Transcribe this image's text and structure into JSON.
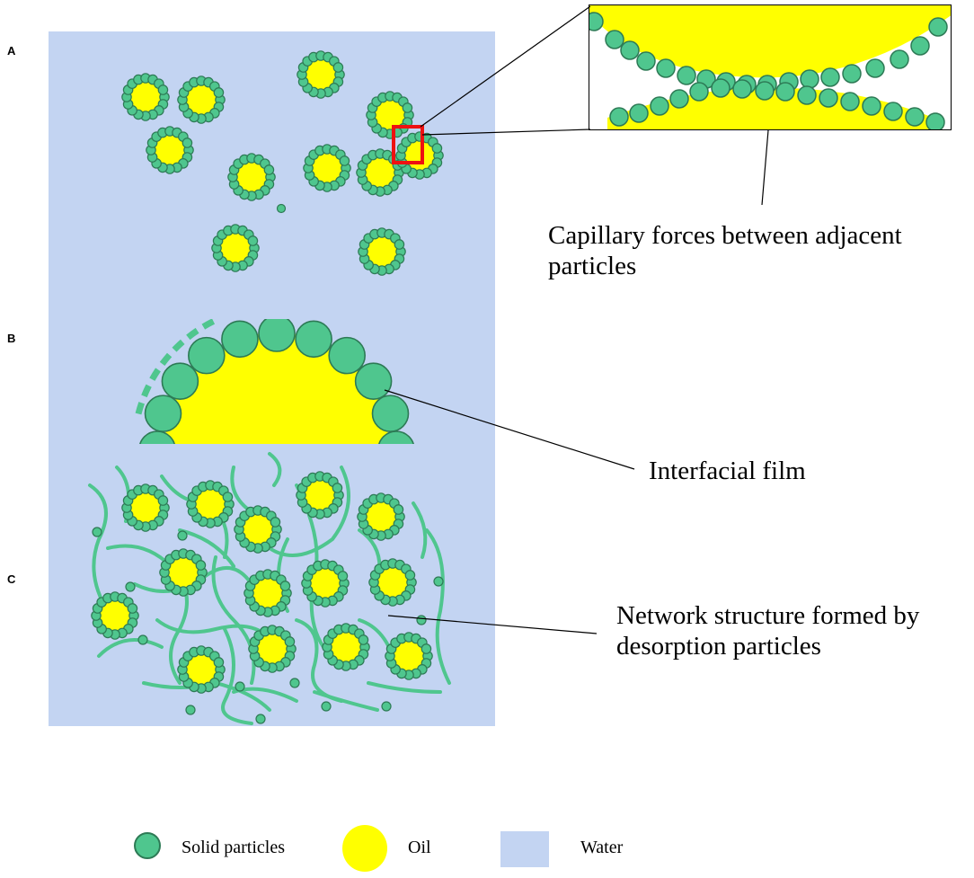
{
  "panels": {
    "a": {
      "letter": "A"
    },
    "b": {
      "letter": "B"
    },
    "c": {
      "letter": "C"
    }
  },
  "callouts": {
    "capillary": "Capillary forces between adjacent particles",
    "interfacial_film": "Interfacial film",
    "network": "Network structure formed by desorption particles"
  },
  "legend": {
    "solid_particles": "Solid particles",
    "oil": "Oil",
    "water": "Water"
  },
  "colors": {
    "water": "#c3d4f2",
    "oil": "#ffff00",
    "particle": "#4fc68e",
    "particle_stroke": "#2d7a55",
    "highlight_box": "#ee1111"
  }
}
